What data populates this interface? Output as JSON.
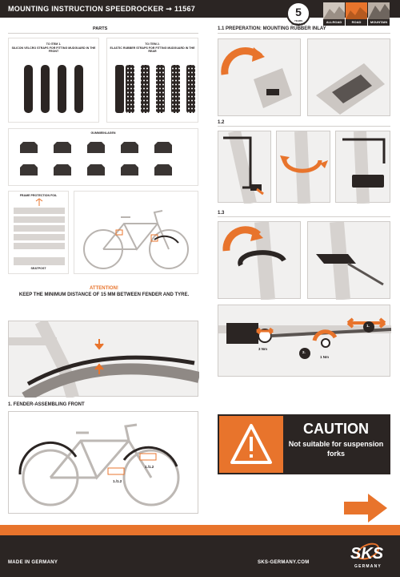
{
  "header": {
    "title": "MOUNTING INSTRUCTION SPEEDROCKER ➞ 11567",
    "warranty_number": "5",
    "warranty_label": "YEARS WARRANTY",
    "category_tiles": [
      "ALLROAD",
      "ROAD",
      "MOUNTAIN"
    ]
  },
  "parts": {
    "title": "PARTS",
    "item1_caption": "TO ITEM 1.\nSILICON VELCRO STRAPS FOR FITTING MUDGUARD IN THE FRONT",
    "item2_caption": "TO ITEM 2.\nELASTIC RUBBER STRAPS FOR FITTING MUDGUARD IN THE REAR",
    "gummi_caption": "GUMMIEINLAGEN",
    "frame_foil_caption": "FRAME PROTECTION FOIL",
    "seatpost_caption": "SEATPOST"
  },
  "attention": {
    "title": "ATTENTION!",
    "text": "KEEP THE MINIMUM DISTANCE OF 15 MM BETWEEN FENDER AND TYRE."
  },
  "steps": {
    "front_assembling": "1.  FENDER-ASSEMBLING FRONT",
    "s1_1": "1.1 PREPERATION: MOUNTING RUBBER INLAY",
    "s1_2": "1.2",
    "s1_3": "1.3",
    "badge_1": "1.",
    "badge_2": "2.",
    "torque_a": "3 Nm",
    "torque_b": "1 Nm",
    "bike_label": "1./1.2"
  },
  "caution": {
    "title": "CAUTION",
    "text": "Not suitable for suspension forks"
  },
  "footer": {
    "made": "MADE IN GERMANY",
    "url": "SKS-GERMANY.COM",
    "logo": "SKS",
    "logo_sub": "GERMANY"
  },
  "colors": {
    "accent": "#e8742c",
    "dark": "#2b2523",
    "panel": "#f1f0ef",
    "outline": "#cfcbc8"
  },
  "icons": [
    "arrow-right-icon",
    "warning-triangle-icon",
    "curved-arrow-icon"
  ]
}
